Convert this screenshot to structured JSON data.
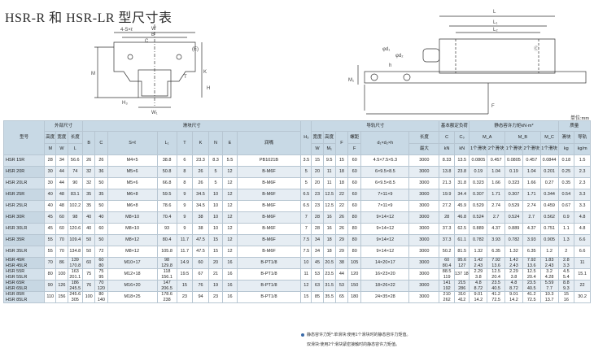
{
  "title": "HSR-R 和 HSR-LR 型尺寸表",
  "unit": "单位:mm",
  "drawing_labels": {
    "front": [
      "4-S×ℓ",
      "W",
      "B",
      "C",
      "M",
      "K",
      "H",
      "W₁",
      "(E)",
      "T",
      "H₃"
    ],
    "side": [
      "L",
      "L₁",
      "L₂",
      "Ⓒ",
      "φd₁",
      "φd₂",
      "h",
      "M₁",
      "F"
    ]
  },
  "headers": {
    "model": "型号",
    "outer": "外部尺寸",
    "block": "滑块尺寸",
    "rail": "导轨尺寸",
    "load": "基本额定负荷",
    "moment": "静态容许力矩kN·m*",
    "mass": "质量",
    "height": "高度",
    "width": "宽度",
    "length": "长度",
    "width2": "宽度",
    "height2": "高度",
    "pitch": "螺距",
    "length2": "长度",
    "grease": "润嘴",
    "max": "最大",
    "one_block": "1个滑块",
    "two_block": "2个滑块",
    "block_mass": "滑块",
    "rail_mass": "导轨",
    "kN": "kN",
    "kg": "kg",
    "kgm": "kg/m",
    "sym": [
      "M",
      "W",
      "L",
      "B",
      "C",
      "S×ℓ",
      "L₁",
      "T",
      "K",
      "N",
      "E",
      "H₃",
      "W₁",
      "M₁",
      "F",
      "d₁×d₂×h",
      "Lₘₐₓ",
      "C",
      "C₀",
      "M_A",
      "M_B",
      "M_C"
    ]
  },
  "rows": [
    [
      "HSR 15R",
      "28",
      "34",
      "56.6",
      "26",
      "26",
      "M4×5",
      "38.8",
      "6",
      "23.3",
      "8.3",
      "5.5",
      "PB1021B",
      "3.5",
      "15",
      "9.5",
      "15",
      "60",
      "4.5×7.5×5.3",
      "3000",
      "8.33",
      "13.5",
      "0.0805",
      "0.457",
      "0.0805",
      "0.457",
      "0.0844",
      "0.18",
      "1.5"
    ],
    [
      "HSR 20R",
      "30",
      "44",
      "74",
      "32",
      "36",
      "M5×6",
      "50.8",
      "8",
      "26",
      "5",
      "12",
      "B-M6F",
      "5",
      "20",
      "11",
      "18",
      "60",
      "6×9.5×8.5",
      "3000",
      "13.8",
      "23.8",
      "0.19",
      "1.04",
      "0.19",
      "1.04",
      "0.201",
      "0.25",
      "2.3"
    ],
    [
      "HSR 20LR",
      "30",
      "44",
      "90",
      "32",
      "50",
      "M5×6",
      "66.8",
      "8",
      "26",
      "5",
      "12",
      "B-M6F",
      "5",
      "20",
      "11",
      "18",
      "60",
      "6×9.5×8.5",
      "3000",
      "21.3",
      "31.8",
      "0.323",
      "1.66",
      "0.323",
      "1.66",
      "0.27",
      "0.35",
      "2.3"
    ],
    [
      "HSR 25R",
      "40",
      "48",
      "83.1",
      "35",
      "35",
      "M6×8",
      "59.5",
      "9",
      "34.5",
      "10",
      "12",
      "B-M6F",
      "6.5",
      "23",
      "12.5",
      "22",
      "60",
      "7×11×9",
      "3000",
      "19.9",
      "34.4",
      "0.307",
      "1.71",
      "0.307",
      "1.71",
      "0.344",
      "0.54",
      "3.3"
    ],
    [
      "HSR 25LR",
      "40",
      "48",
      "102.2",
      "35",
      "50",
      "M6×8",
      "78.6",
      "9",
      "34.5",
      "10",
      "12",
      "B-M6F",
      "6.5",
      "23",
      "12.5",
      "22",
      "60",
      "7×11×9",
      "3000",
      "27.2",
      "45.9",
      "0.529",
      "2.74",
      "0.529",
      "2.74",
      "0.459",
      "0.67",
      "3.3"
    ],
    [
      "HSR 30R",
      "45",
      "60",
      "98",
      "40",
      "40",
      "M8×10",
      "70.4",
      "9",
      "38",
      "10",
      "12",
      "B-M6F",
      "7",
      "28",
      "16",
      "26",
      "80",
      "9×14×12",
      "3000",
      "28",
      "46.8",
      "0.524",
      "2.7",
      "0.524",
      "2.7",
      "0.562",
      "0.9",
      "4.8"
    ],
    [
      "HSR 30LR",
      "45",
      "60",
      "120.6",
      "40",
      "60",
      "M8×10",
      "93",
      "9",
      "38",
      "10",
      "12",
      "B-M6F",
      "7",
      "28",
      "16",
      "26",
      "80",
      "9×14×12",
      "3000",
      "37.3",
      "62.5",
      "0.889",
      "4.37",
      "0.889",
      "4.37",
      "0.751",
      "1.1",
      "4.8"
    ],
    [
      "HSR 35R",
      "55",
      "70",
      "109.4",
      "50",
      "50",
      "M8×12",
      "80.4",
      "11.7",
      "47.5",
      "15",
      "12",
      "B-M6F",
      "7.5",
      "34",
      "18",
      "29",
      "80",
      "9×14×12",
      "3000",
      "37.3",
      "61.1",
      "0.782",
      "3.93",
      "0.782",
      "3.93",
      "0.905",
      "1.3",
      "6.6"
    ],
    [
      "HSR 35LR",
      "55",
      "70",
      "134.8",
      "50",
      "72",
      "M8×12",
      "105.8",
      "11.7",
      "47.5",
      "15",
      "12",
      "B-M6F",
      "7.5",
      "34",
      "18",
      "29",
      "80",
      "9×14×12",
      "3000",
      "50.2",
      "81.5",
      "1.32",
      "6.35",
      "1.32",
      "6.35",
      "1.2",
      "2",
      "6.6"
    ],
    [
      "HSR 45R\nHSR 45LR",
      "70",
      "86",
      "139\n170.8",
      "60",
      "60\n80",
      "M10×17",
      "98\n129.8",
      "14.9",
      "60",
      "20",
      "16",
      "B-PT1/8",
      "10",
      "45",
      "20.5",
      "38",
      "105",
      "14×20×17",
      "3000",
      "60\n80.4",
      "95.6\n127",
      "1.42\n2.43",
      "7.92\n13.6",
      "1.42\n2.43",
      "7.92\n13.6",
      "1.83\n2.43",
      "2.8\n3.3",
      "11"
    ],
    [
      "HSR 55R\nHSR 55LR",
      "80",
      "100",
      "163\n201.1",
      "75",
      "75\n95",
      "M12×18",
      "118\n156.1",
      "19.5",
      "67",
      "21",
      "16",
      "B-PT1/8",
      "11",
      "53",
      "23.5",
      "44",
      "120",
      "16×23×20",
      "3000",
      "88.5\n119",
      "137\f183",
      "2.29\n3.8",
      "12.5\n20.4",
      "2.29\n3.8",
      "12.5\n20.4",
      "3.2\n4.28",
      "4.5\n5.4",
      "15.1"
    ],
    [
      "HSR 65R\nHSR 65LR",
      "90",
      "126",
      "186\n245.5",
      "76",
      "70\n120",
      "M16×20",
      "147\n206.5",
      "15",
      "76",
      "19",
      "16",
      "B-PT1/8",
      "12",
      "63",
      "31.5",
      "53",
      "150",
      "18×26×22",
      "3000",
      "141\n192",
      "215\n286",
      "4.8\n8.72",
      "23.5\n40.5",
      "4.8\n8.72",
      "23.5\n40.5",
      "5.59\n7.7",
      "8.8\n9.3",
      "22"
    ],
    [
      "HSR 85R\nHSR 85LR",
      "110",
      "156",
      "245.6\n305",
      "100",
      "80\n140",
      "M18×25",
      "178.6\n238",
      "23",
      "94",
      "23",
      "16",
      "B-PT1/8",
      "15",
      "85",
      "35.5",
      "65",
      "180",
      "24×35×28",
      "3000",
      "210\n262",
      "310\n412",
      "9.01\n14.2",
      "41.2\n72.5",
      "9.01\n14.2",
      "41.2\n72.5",
      "10.3\n13.7",
      "15\n16",
      "30.2"
    ]
  ],
  "notes": [
    "静态容许力矩*:单滑块:使用1个滑块时的静态容许力矩值。",
    "双滑块:使用2个滑块紧密接触时的静态容许力矩值。"
  ]
}
